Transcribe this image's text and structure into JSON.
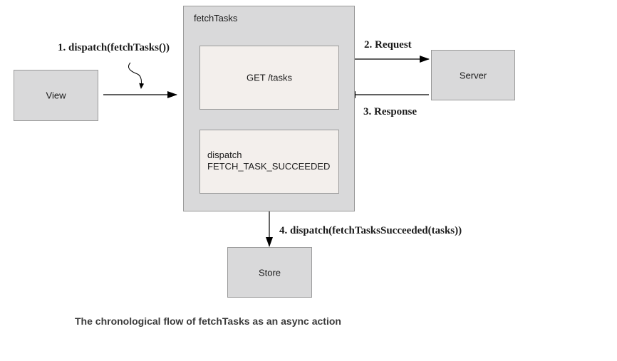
{
  "nodes": {
    "view": "View",
    "fetch_tasks": "fetchTasks",
    "get_tasks": "GET /tasks",
    "dispatch_line1": "dispatch",
    "dispatch_line2": "FETCH_TASK_SUCCEEDED",
    "server": "Server",
    "store": "Store"
  },
  "steps": {
    "step1": "1. dispatch(fetchTasks())",
    "step2": "2. Request",
    "step3": "3. Response",
    "step4": "4. dispatch(fetchTasksSucceeded(tasks))"
  },
  "caption": "The chronological flow of fetchTasks as an async action",
  "colors": {
    "box_fill": "#d9d9da",
    "inner_fill": "#f3efec",
    "border": "#9a9a9a",
    "arrow": "#000000"
  }
}
